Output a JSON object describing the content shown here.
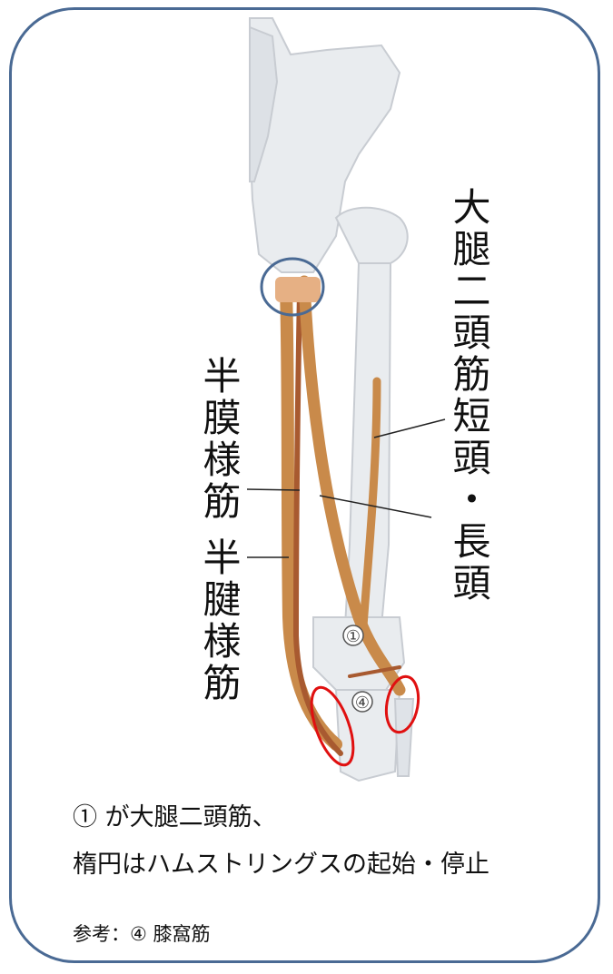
{
  "labels": {
    "biceps_femoris": "大腿二頭筋短頭・長頭",
    "semimembranosus": "半膜様筋",
    "semitendinosus": "半腱様筋"
  },
  "markers": {
    "marker_1": "①",
    "marker_4": "④"
  },
  "caption": {
    "line1": "① が大腿二頭筋、",
    "line2": "楕円はハムストリングスの起始・停止"
  },
  "reference": "参考：④ 膝窩筋",
  "colors": {
    "frame": "#4a6a94",
    "muscle": "#c98a4a",
    "muscle_dark": "#a85a30",
    "bone": "#e9ecef",
    "origin_ellipse": "#4a6a94",
    "insertion_ellipse": "#e01010"
  }
}
